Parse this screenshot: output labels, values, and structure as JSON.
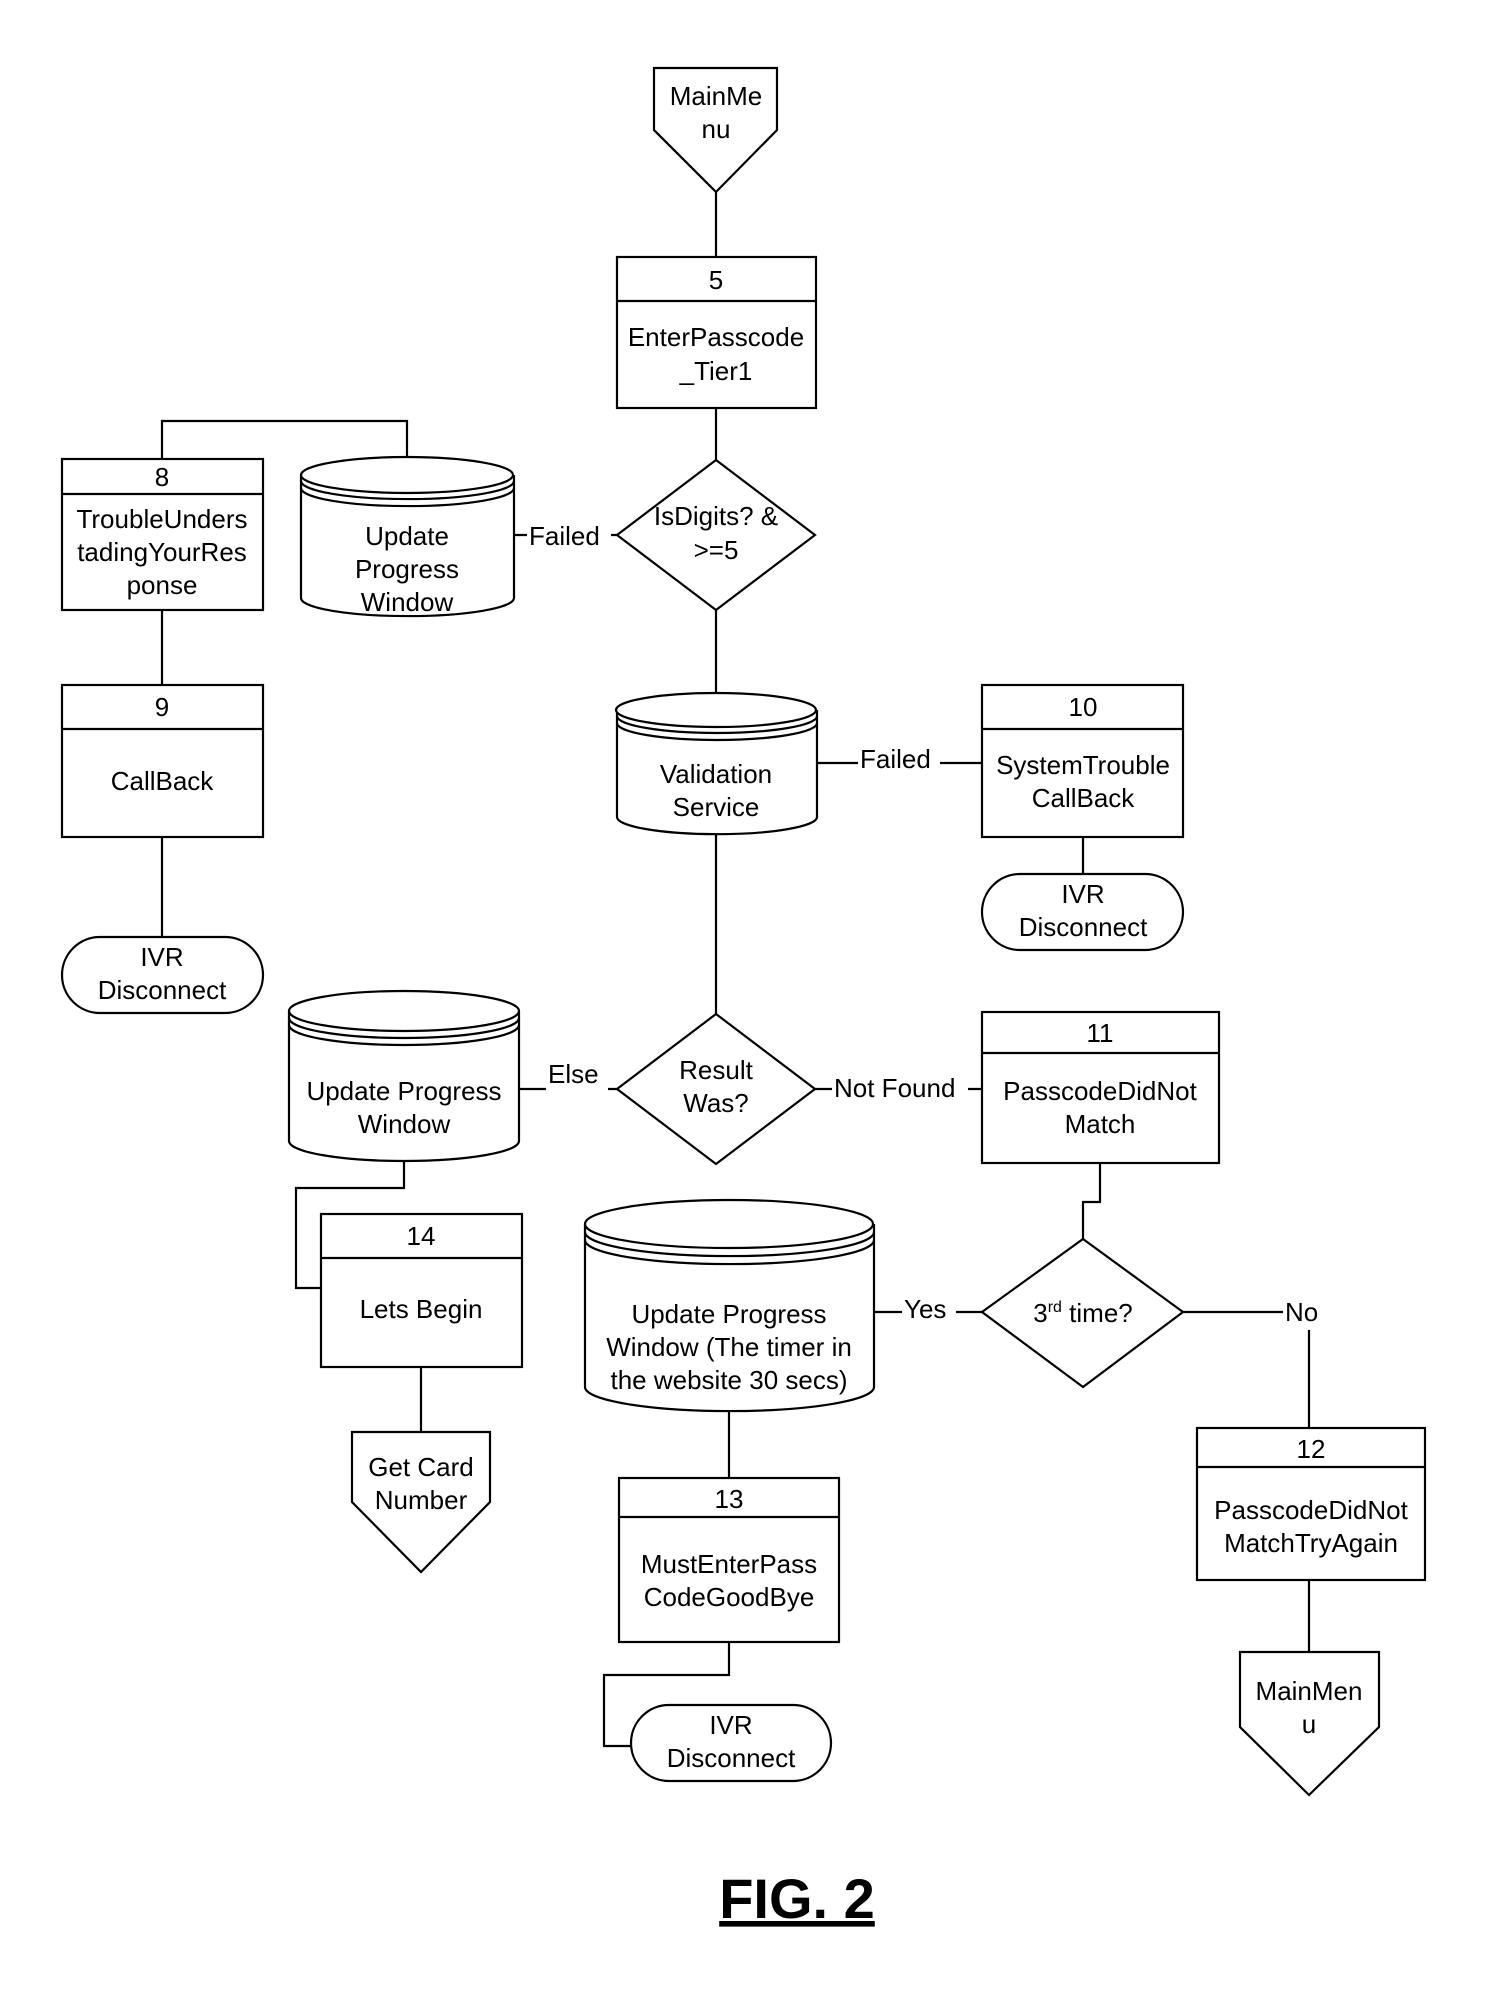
{
  "figure_label": "FIG. 2",
  "nodes": {
    "main_menu_top": {
      "lines": [
        "MainMe",
        "nu"
      ]
    },
    "n5": {
      "number": "5",
      "lines": [
        "EnterPasscode",
        "_Tier1"
      ]
    },
    "d_isdigits": {
      "lines": [
        "IsDigits? &",
        ">=5"
      ]
    },
    "db_update1": {
      "lines": [
        "Update",
        "Progress",
        "Window"
      ]
    },
    "n8": {
      "number": "8",
      "lines": [
        "TroubleUnders",
        "tadingYourRes",
        "ponse"
      ]
    },
    "n9": {
      "number": "9",
      "lines": [
        "CallBack"
      ]
    },
    "t_ivr1": {
      "lines": [
        "IVR",
        "Disconnect"
      ]
    },
    "db_validation": {
      "lines": [
        "Validation",
        "Service"
      ]
    },
    "n10": {
      "number": "10",
      "lines": [
        "SystemTrouble",
        "CallBack"
      ]
    },
    "t_ivr2": {
      "lines": [
        "IVR",
        "Disconnect"
      ]
    },
    "d_result": {
      "lines": [
        "Result",
        "Was?"
      ]
    },
    "db_update2": {
      "lines": [
        "Update Progress",
        "Window"
      ]
    },
    "n11": {
      "number": "11",
      "lines": [
        "PasscodeDidNot",
        "Match"
      ]
    },
    "n14": {
      "number": "14",
      "lines": [
        "Lets Begin"
      ]
    },
    "get_card": {
      "lines": [
        "Get Card",
        "Number"
      ]
    },
    "db_update3": {
      "lines": [
        "Update Progress",
        "Window (The timer in",
        "the website 30 secs)"
      ]
    },
    "d_third": {
      "prefix": "3",
      "superscript": "rd",
      "suffix": " time?"
    },
    "n13": {
      "number": "13",
      "lines": [
        "MustEnterPass",
        "CodeGoodBye"
      ]
    },
    "t_ivr3": {
      "lines": [
        "IVR",
        "Disconnect"
      ]
    },
    "n12": {
      "number": "12",
      "lines": [
        "PasscodeDidNot",
        "MatchTryAgain"
      ]
    },
    "main_menu_bottom": {
      "lines": [
        "MainMen",
        "u"
      ]
    }
  },
  "edge_labels": {
    "failed1": "Failed",
    "failed2": "Failed",
    "else": "Else",
    "not_found": "Not Found",
    "yes": "Yes",
    "no": "No"
  }
}
